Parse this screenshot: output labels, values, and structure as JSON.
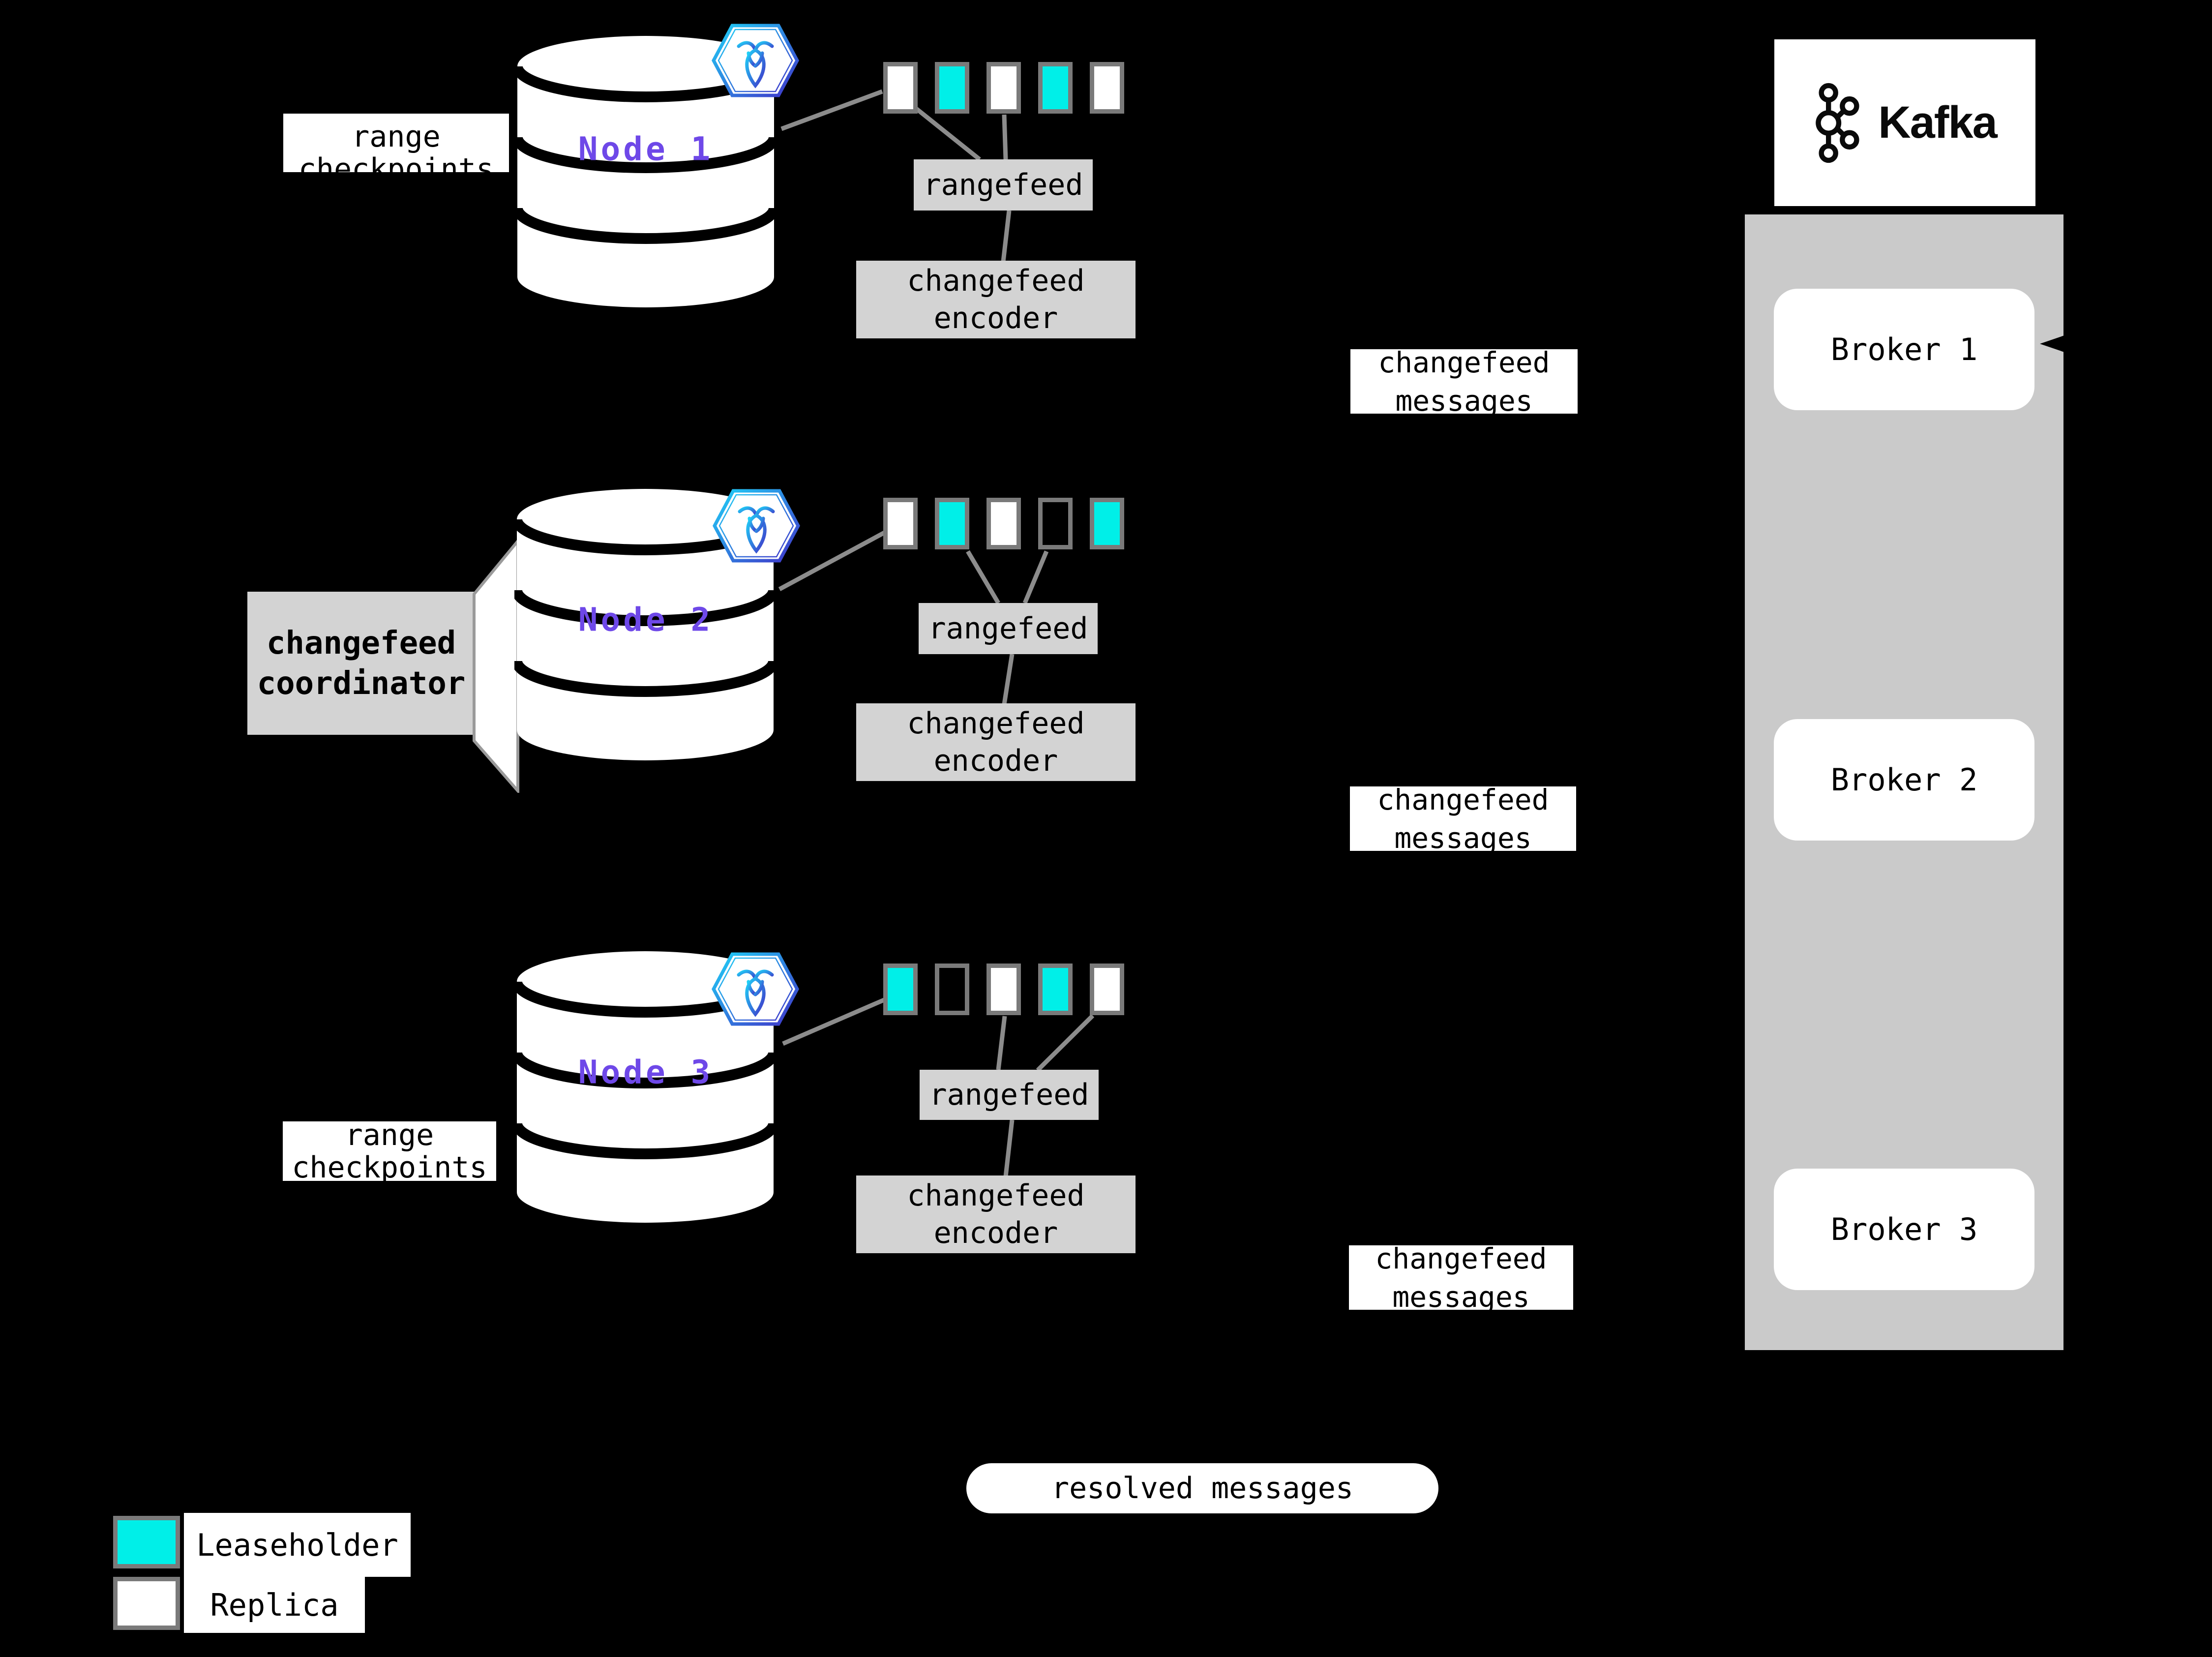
{
  "labels": {
    "range_checkpoints": "range checkpoints",
    "changefeed_messages": "changefeed messages",
    "resolved_messages": "resolved messages",
    "changefeed_coordinator": "changefeed coordinator"
  },
  "nodes": [
    {
      "label": "Node 1",
      "rangefeed": "rangefeed",
      "encoder": "changefeed encoder",
      "ranges": [
        "replica",
        "leaseholder",
        "replica",
        "leaseholder",
        "replica"
      ]
    },
    {
      "label": "Node 2",
      "rangefeed": "rangefeed",
      "encoder": "changefeed encoder",
      "ranges": [
        "replica",
        "leaseholder",
        "replica",
        "empty",
        "leaseholder"
      ]
    },
    {
      "label": "Node 3",
      "rangefeed": "rangefeed",
      "encoder": "changefeed encoder",
      "ranges": [
        "leaseholder",
        "empty",
        "replica",
        "leaseholder",
        "replica"
      ]
    }
  ],
  "kafka": {
    "name": "Kafka",
    "brokers": [
      {
        "label": "Broker 1"
      },
      {
        "label": "Broker 2"
      },
      {
        "label": "Broker 3"
      }
    ]
  },
  "legend": {
    "leaseholder": "Leaseholder",
    "replica": "Replica"
  },
  "colors": {
    "leaseholder": "#00efe8",
    "replica": "#ffffff",
    "empty": "transparent",
    "component_gray": "#d3d3d3",
    "panel_gray": "#cacaca",
    "node_label_purple": "#6e48e8",
    "connector_gray": "#8c8c8c",
    "cockroach_gradient_start": "#1fd1f7",
    "cockroach_gradient_end": "#4033c9"
  }
}
